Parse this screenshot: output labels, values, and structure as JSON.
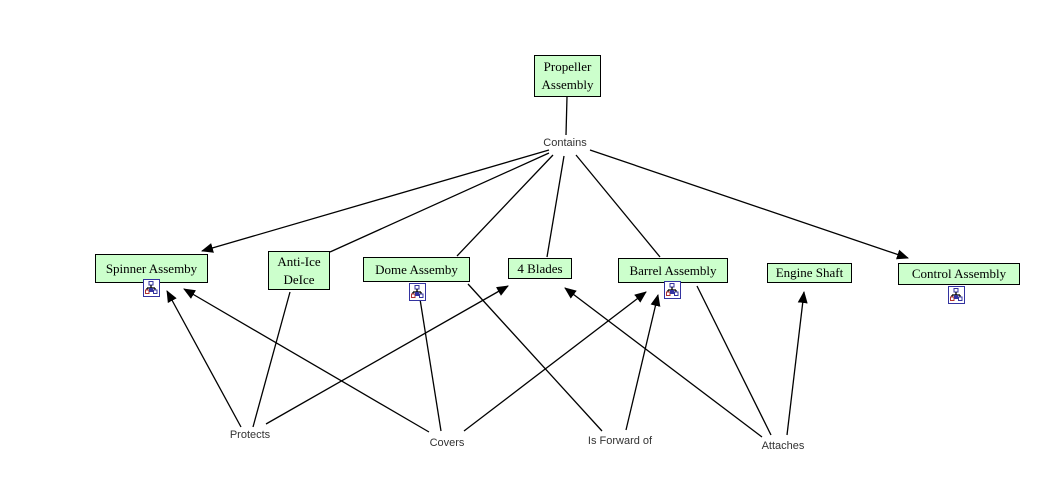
{
  "colors": {
    "concept_fill": "#ccffcc",
    "concept_border": "#000000",
    "link_line": "#000000",
    "phrase_text": "#333333",
    "icon_blue": "#3333a0",
    "icon_red": "#b03030"
  },
  "concepts": {
    "propeller": {
      "label": "Propeller Assembly",
      "has_resource_icon": false
    },
    "spinner": {
      "label": "Spinner Assemby",
      "has_resource_icon": true
    },
    "anti_ice": {
      "label": "Anti-Ice DeIce",
      "has_resource_icon": false
    },
    "dome": {
      "label": "Dome Assemby",
      "has_resource_icon": true
    },
    "blades": {
      "label": "4 Blades",
      "has_resource_icon": false
    },
    "barrel": {
      "label": "Barrel Assembly",
      "has_resource_icon": true
    },
    "engine_shaft": {
      "label": "Engine Shaft",
      "has_resource_icon": false
    },
    "control": {
      "label": "Control Assembly",
      "has_resource_icon": true
    }
  },
  "phrases": {
    "contains": "Contains",
    "protects": "Protects",
    "covers": "Covers",
    "is_forward_of": "Is Forward of",
    "attaches": "Attaches"
  },
  "propositions": [
    {
      "from": "Propeller Assembly",
      "phrase": "Contains",
      "to": "Spinner Assemby"
    },
    {
      "from": "Propeller Assembly",
      "phrase": "Contains",
      "to": "Anti-Ice DeIce"
    },
    {
      "from": "Propeller Assembly",
      "phrase": "Contains",
      "to": "Dome Assemby"
    },
    {
      "from": "Propeller Assembly",
      "phrase": "Contains",
      "to": "4 Blades"
    },
    {
      "from": "Propeller Assembly",
      "phrase": "Contains",
      "to": "Barrel Assembly"
    },
    {
      "from": "Propeller Assembly",
      "phrase": "Contains",
      "to": "Control Assembly"
    },
    {
      "from": "Anti-Ice DeIce",
      "phrase": "Protects",
      "to": "Spinner Assemby"
    },
    {
      "from": "Anti-Ice DeIce",
      "phrase": "Protects",
      "to": "4 Blades"
    },
    {
      "from": "Dome Assemby",
      "phrase": "Covers",
      "to": "Spinner Assemby"
    },
    {
      "from": "Dome Assemby",
      "phrase": "Covers",
      "to": "Barrel Assembly"
    },
    {
      "from": "Dome Assemby",
      "phrase": "Is Forward of",
      "to": "Barrel Assembly"
    },
    {
      "from": "Barrel Assembly",
      "phrase": "Attaches",
      "to": "4 Blades"
    },
    {
      "from": "Barrel Assembly",
      "phrase": "Attaches",
      "to": "Engine Shaft"
    }
  ]
}
